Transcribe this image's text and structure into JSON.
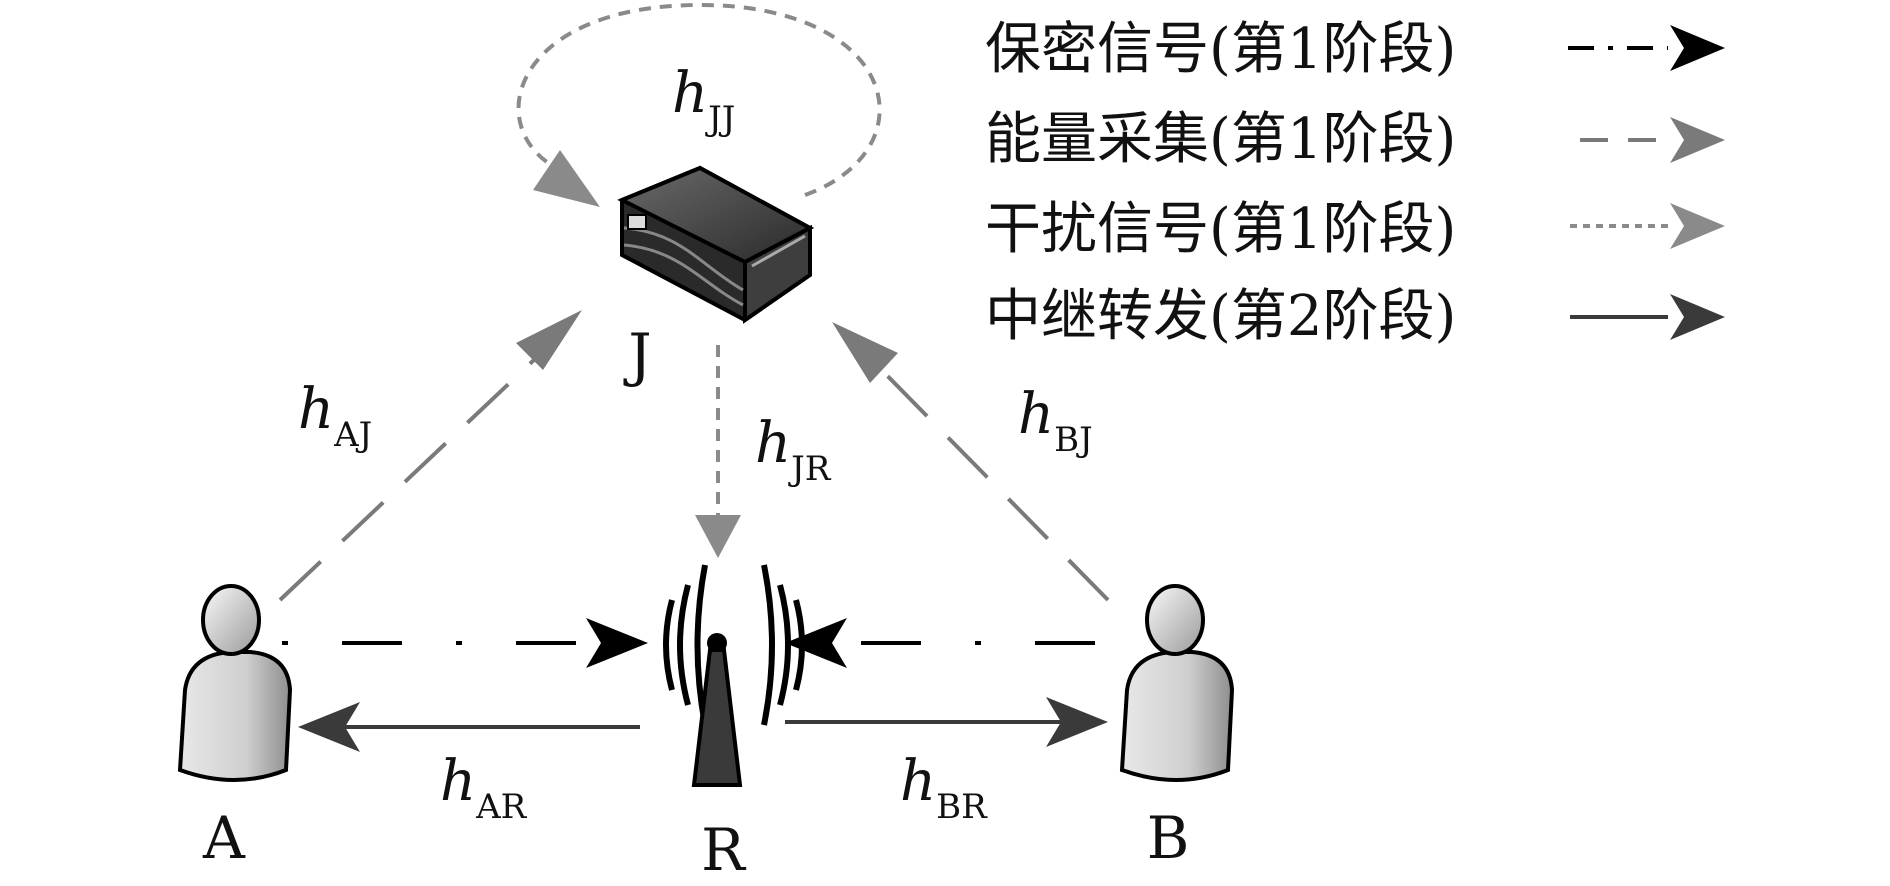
{
  "nodes": {
    "jammer": "J",
    "relay": "R",
    "user_a": "A",
    "user_b": "B"
  },
  "channels": {
    "jj": {
      "symbol": "h",
      "subscript": "JJ"
    },
    "aj": {
      "symbol": "h",
      "subscript": "AJ"
    },
    "bj": {
      "symbol": "h",
      "subscript": "BJ"
    },
    "jr": {
      "symbol": "h",
      "subscript": "JR"
    },
    "ar": {
      "symbol": "h",
      "subscript": "AR"
    },
    "br": {
      "symbol": "h",
      "subscript": "BR"
    }
  },
  "legend": [
    {
      "label": "保密信号(第1阶段)",
      "style": "dash-dot",
      "color": "#000000"
    },
    {
      "label": "能量采集(第1阶段)",
      "style": "long-dash",
      "color": "#7a7a7a"
    },
    {
      "label": "干扰信号(第1阶段)",
      "style": "dotted",
      "color": "#8a8a8a"
    },
    {
      "label": "中继转发(第2阶段)",
      "style": "solid",
      "color": "#3a3a3a"
    }
  ],
  "colors": {
    "secret": "#000000",
    "energy": "#7a7a7a",
    "jamming": "#8a8a8a",
    "relay_forward": "#3a3a3a"
  },
  "icons": {
    "jammer": "router-icon",
    "relay": "antenna-tower-icon",
    "user": "user-icon"
  }
}
